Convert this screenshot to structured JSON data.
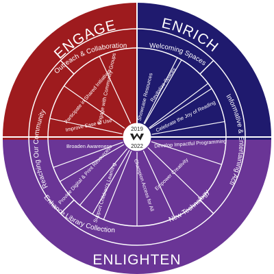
{
  "colors": {
    "engage": "#9e1b1e",
    "enrich": "#1f1a6e",
    "enlighten": "#6a3596",
    "line": "#ffffff",
    "center": "#ffffff",
    "logo": "#222222"
  },
  "goals": {
    "engage": "ENGAGE",
    "enrich": "ENRICH",
    "enlighten": "ENLIGHTEN"
  },
  "objectives": {
    "outreach": "Outreach & Collaboration",
    "reaching": "Reaching Our Community",
    "welcoming": "Welcoming Spaces",
    "informative": "Informative & Entertaining Activities",
    "collection": "Enhance Library Collection",
    "technology": "New Technology"
  },
  "actions": {
    "engage_groups": "Engage with Community Groups",
    "participate": "Participate in Shared Initiatives",
    "ease": "Improve Ease of Use",
    "awareness": "Broaden Awareness",
    "showcase": "Showcase Resources",
    "revitalize": "Revitalize Spaces",
    "joy": "Celebrate the Joy of Reading",
    "programming": "Develop Impactful Programming",
    "creativity": "Empower Creativity",
    "champion": "Champion Access for All",
    "childrens": "Support Children's Learning",
    "digital": "Provide Digital & Print Resources"
  },
  "center": {
    "year_start": "2019",
    "year_end": "2022",
    "logo_icon": "library-logo-icon"
  }
}
